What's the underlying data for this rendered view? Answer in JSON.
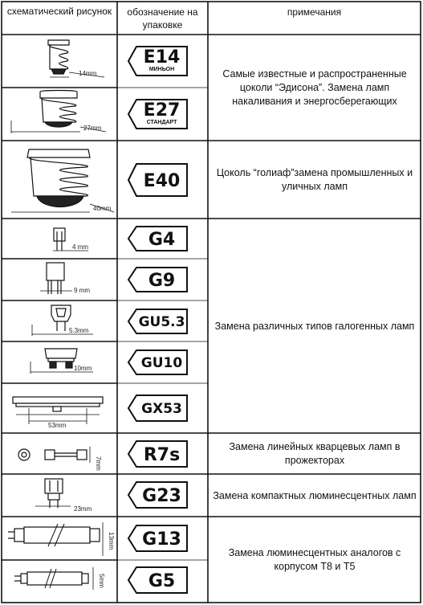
{
  "header": {
    "col1": "схематический рисунок",
    "col2": "обозначение на упаковке",
    "col3": "примечания"
  },
  "rows": [
    {
      "code": "E14",
      "sub": "МИНЬОН",
      "dim": "14mm"
    },
    {
      "code": "E27",
      "sub": "СТАНДАРТ",
      "dim": "27mm"
    },
    {
      "code": "E40",
      "sub": "",
      "dim": "40mm"
    },
    {
      "code": "G4",
      "sub": "",
      "dim": "4 mm"
    },
    {
      "code": "G9",
      "sub": "",
      "dim": "9 mm"
    },
    {
      "code": "GU5.3",
      "sub": "",
      "dim": "5.3mm"
    },
    {
      "code": "GU10",
      "sub": "",
      "dim": "10mm"
    },
    {
      "code": "GX53",
      "sub": "",
      "dim": "53mm"
    },
    {
      "code": "R7s",
      "sub": "",
      "dim": "7mm"
    },
    {
      "code": "G23",
      "sub": "",
      "dim": "23mm"
    },
    {
      "code": "G13",
      "sub": "",
      "dim": "13mm"
    },
    {
      "code": "G5",
      "sub": "",
      "dim": "5mm"
    }
  ],
  "notes": [
    "Самые известные и распространенные цоколи “Эдисона”. Замена ламп накаливания  и энергосберегающих",
    "Цоколь “голиаф”замена промышленных и уличных ламп",
    "Замена различных типов галогенных ламп",
    "Замена линейных кварцевых ламп в прожекторах",
    "Замена компактных люминесцентных ламп",
    "Замена люминесцентных аналогов с корпусом Т8 и Т5"
  ]
}
